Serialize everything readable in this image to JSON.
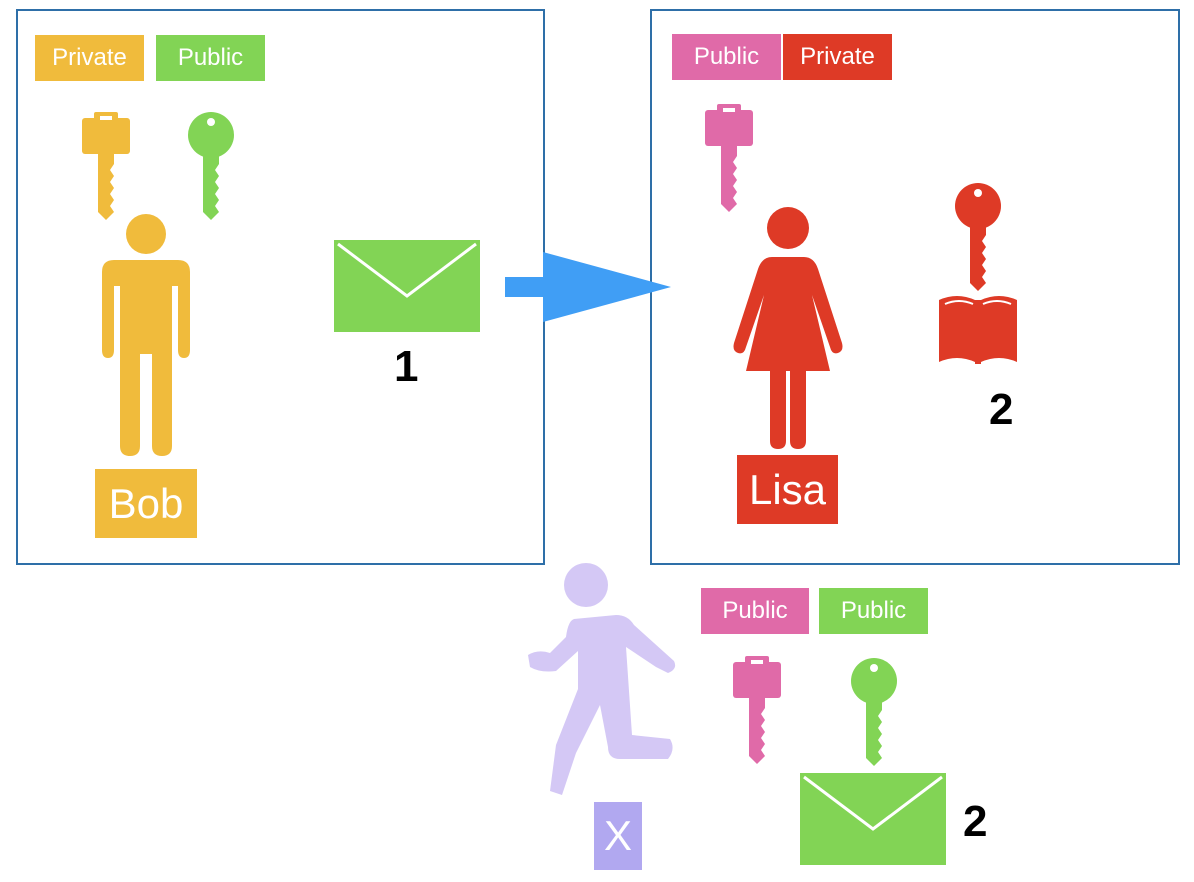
{
  "bob": {
    "name": "Bob",
    "private_label": "Private",
    "public_label": "Public"
  },
  "lisa": {
    "name": "Lisa",
    "public_label": "Public",
    "private_label": "Private"
  },
  "eavesdropper": {
    "name": "X",
    "public_label_1": "Public",
    "public_label_2": "Public"
  },
  "steps": {
    "send": "1",
    "read": "2",
    "intercept": "2"
  },
  "colors": {
    "bob": "#f0bb3c",
    "bob_public": "#82d455",
    "lisa": "#de3a26",
    "lisa_public": "#e06aa8",
    "eavesdropper": "#d4c8f5",
    "eavesdropper_tag": "#b1a8f0",
    "arrow": "#409ef5",
    "panel_border": "#2e6fa8"
  }
}
